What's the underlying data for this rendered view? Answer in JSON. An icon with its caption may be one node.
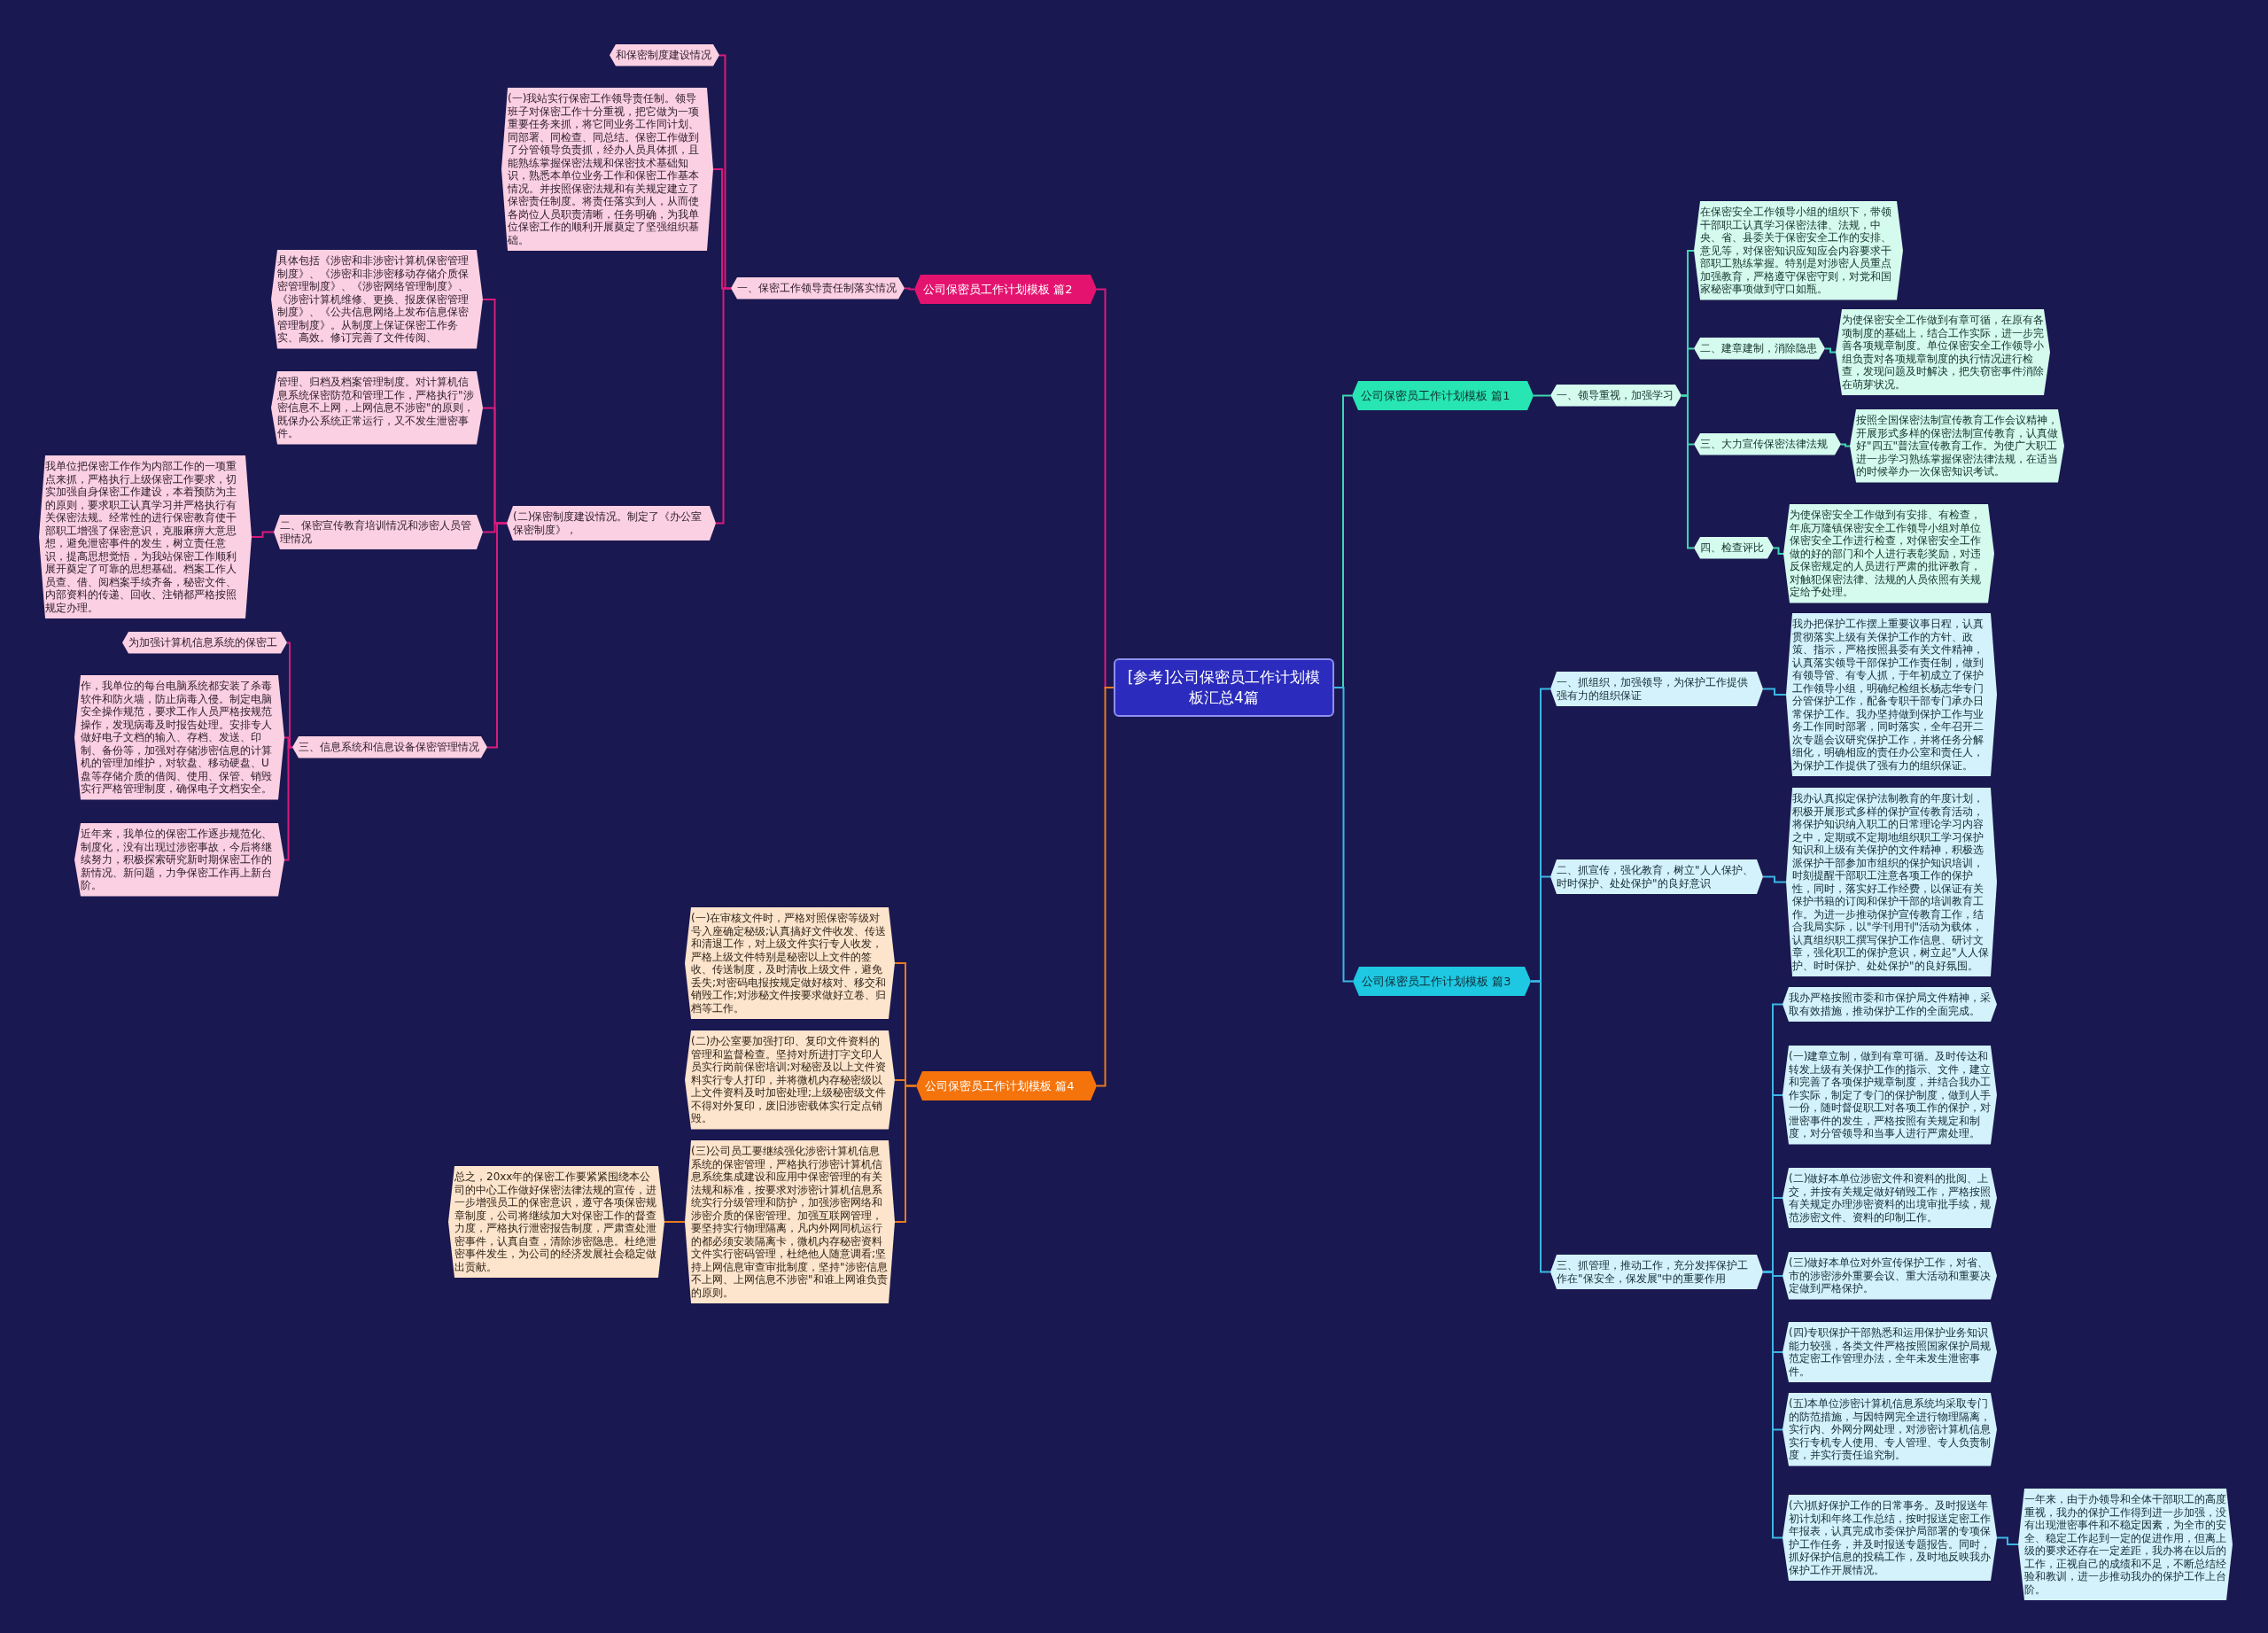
{
  "diagram": {
    "nodes": [
      {
        "text": [
          "[参考]公司保密员工作计划模板汇总4篇"
        ]
      },
      {
        "text": [
          "公司保密员工作计划模板 篇2"
        ]
      },
      {
        "text": [
          "一、保密工作领导责任制落实情况"
        ]
      },
      {
        "text": [
          "和保密制度建设情况"
        ]
      },
      {
        "text": [
          "(一)我站实行保密工作领导责任制。领导班子对保密工作十分重视，把它做为一项重要任务来抓，将它同业务工作同计划、同部署、同检查、同总结。保密工作做到了分管领导负责抓，经办人员具体抓，且能熟练掌握保密法规和保密技术基础知识，熟悉本单位业务工作和保密工作基本情况。并按照保密法规和有关规定建立了保密责任制度。将责任落实到人，从而使各岗位人员职责清晰，任务明确，为我单位保密工作的顺利开展奠定了坚强组织基础。"
        ]
      },
      {
        "text": [
          "(二)保密制度建设情况。制定了《办公室保密制度》，"
        ]
      },
      {
        "text": [
          "具体包括《涉密和非涉密计算机保密管理制度》、《涉密和非涉密移动存储介质保密管理制度》、《涉密网络管理制度》、《涉密计算机维修、更换、报废保密管理制度》、《公共信息网络上发布信息保密管理制度》。从制度上保证保密工作务实、高效。修订完善了文件传阅、"
        ]
      },
      {
        "text": [
          "管理、归档及档案管理制度。对计算机信息系统保密防范和管理工作，严格执行\"涉密信息不上网，上网信息不涉密\"的原则，既保办公系统正常运行，又不发生泄密事件。"
        ]
      },
      {
        "text": [
          "二、保密宣传教育培训情况和涉密人员管理情况"
        ]
      },
      {
        "text": [
          "我单位把保密工作作为内部工作的一项重点来抓，严格执行上级保密工作要求，切实加强自身保密工作建设，本着预防为主的原则，要求职工认真学习并严格执行有关保密法规。经常性的进行保密教育使干部职工增强了保密意识，克服麻痹大意思想，避免泄密事件的发生，树立责任意识，提高思想觉悟，为我站保密工作顺利展开奠定了可靠的思想基础。档案工作人员查、借、阅档案手续齐备，秘密文件、内部资料的传递、回收、注销都严格按照规定办理。"
        ]
      },
      {
        "text": [
          "三、信息系统和信息设备保密管理情况"
        ]
      },
      {
        "text": [
          "为加强计算机信息系统的保密工"
        ]
      },
      {
        "text": [
          "作，我单位的每台电脑系统都安装了杀毒软件和防火墙，防止病毒入侵。制定电脑安全操作规范，要求工作人员严格按规范操作，发现病毒及时报告处理。安排专人做好电子文档的输入、存档、发送、印制、备份等，加强对存储涉密信息的计算机的管理加维护，对软盘、移动硬盘、U盘等存储介质的借阅、使用、保管、销毁实行严格管理制度，确保电子文档安全。"
        ]
      },
      {
        "text": [
          "近年来，我单位的保密工作逐步规范化、制度化，没有出现过涉密事故，今后将继续努力，积极探索研究新时期保密工作的新情况、新问题，力争保密工作再上新台阶。"
        ]
      },
      {
        "text": [
          "公司保密员工作计划模板 篇4"
        ]
      },
      {
        "text": [
          "(一)在审核文件时，严格对照保密等级对号入座确定秘级;认真搞好文件收发、传送和清退工作，对上级文件实行专人收发，严格上级文件特别是秘密以上文件的签收、传送制度，及时清收上级文件，避免丢失;对密码电报按规定做好核对、移交和销毁工作;对涉秘文件按要求做好立卷、归档等工作。"
        ]
      },
      {
        "text": [
          "(二)办公室要加强打印、复印文件资料的管理和监督检查。坚持对所进打字文印人员实行岗前保密培训;对秘密及以上文件资料实行专人打印，并将微机内存秘密级以上文件资料及时加密处理;上级秘密级文件不得对外复印，废旧涉密载体实行定点销毁。"
        ]
      },
      {
        "text": [
          "(三)公司员工要继续强化涉密计算机信息系统的保密管理，严格执行涉密计算机信息系统集成建设和应用中保密管理的有关法规和标准，按要求对涉密计算机信息系统实行分级管理和防护，加强涉密网络和涉密介质的保密管理。加强互联网管理，要坚持实行物理隔离，凡内外网同机运行的都必须安装隔离卡，微机内存秘密资料文件实行密码管理，杜绝他人随意调看;坚持上网信息审查审批制度，坚持\"涉密信息不上网、上网信息不涉密\"和谁上网谁负责的原则。"
        ]
      },
      {
        "text": [
          "总之，20xx年的保密工作要紧紧围绕本公司的中心工作做好保密法律法规的宣传，进一步增强员工的保密意识，遵守各项保密规章制度，公司将继续加大对保密工作的督查力度，严格执行泄密报告制度，严肃查处泄密事件，认真自查，清除涉密隐患。杜绝泄密事件发生，为公司的经济发展社会稳定做出贡献。"
        ]
      },
      {
        "text": [
          "公司保密员工作计划模板 篇1"
        ]
      },
      {
        "text": [
          "一、领导重视，加强学习"
        ]
      },
      {
        "text": [
          "在保密安全工作领导小组的组织下，带领干部职工认真学习保密法律、法规，中央、省、县委关于保密安全工作的安排、意见等，对保密知识应知应会内容要求干部职工熟练掌握。特别是对涉密人员重点加强教育，严格遵守保密守则，对党和国家秘密事项做到守口如瓶。"
        ]
      },
      {
        "text": [
          "二、建章建制，消除隐患"
        ]
      },
      {
        "text": [
          "为使保密安全工作做到有章可循，在原有各项制度的基础上，结合工作实际，进一步完善各项规章制度。单位保密安全工作领导小组负责对各项规章制度的执行情况进行检查，发现问题及时解决，把失窃密事件消除在萌芽状况。"
        ]
      },
      {
        "text": [
          "三、大力宣传保密法律法规"
        ]
      },
      {
        "text": [
          "按照全国保密法制宣传教育工作会议精神，开展形式多样的保密法制宣传教育，认真做好\"四五\"普法宣传教育工作。为使广大职工进一步学习熟练掌握保密法律法规，在适当的时候举办一次保密知识考试。"
        ]
      },
      {
        "text": [
          "四、检查评比"
        ]
      },
      {
        "text": [
          "为使保密安全工作做到有安排、有检查，年底万隆镇保密安全工作领导小组对单位保密安全工作进行检查，对保密安全工作做的好的部门和个人进行表彰奖励，对违反保密规定的人员进行严肃的批评教育，对触犯保密法律、法规的人员依照有关规定给予处理。"
        ]
      },
      {
        "text": [
          "公司保密员工作计划模板 篇3"
        ]
      },
      {
        "text": [
          "一、抓组织，加强领导，为保护工作提供强有力的组织保证"
        ]
      },
      {
        "text": [
          "我办把保护工作摆上重要议事日程，认真贯彻落实上级有关保护工作的方针、政策、指示，严格按照县委有关文件精神，认真落实领导干部保护工作责任制，做到有领导管、有专人抓，于年初成立了保护工作领导小组，明确纪检组长杨志华专门分管保护工作，配备专职干部专门承办日常保护工作。我办坚持做到保护工作与业务工作同时部署，同时落实，全年召开二次专题会议研究保护工作，并将任务分解细化，明确相应的责任办公室和责任人，为保护工作提供了强有力的组织保证。"
        ]
      },
      {
        "text": [
          "二、抓宣传，强化教育，树立\"人人保护、时时保护、处处保护\"的良好意识"
        ]
      },
      {
        "text": [
          "我办认真拟定保护法制教育的年度计划，积极开展形式多样的保护宣传教育活动，将保护知识纳入职工的日常理论学习内容之中，定期或不定期地组织职工学习保护知识和上级有关保护的文件精神，积极选派保护干部参加市组织的保护知识培训，时刻提醒干部职工注意各项工作的保护性，同时，落实好工作经费，以保证有关保护书籍的订阅和保护干部的培训教育工作。为进一步推动保护宣传教育工作，结合我局实际，以\"学刊用刊\"活动为载体，认真组织职工撰写保护工作信息、研讨文章，强化职工的保护意识，树立起\"人人保护、时时保护、处处保护\"的良好氛围。"
        ]
      },
      {
        "text": [
          "三、抓管理，推动工作，充分发挥保护工作在\"保安全，保发展\"中的重要作用"
        ]
      },
      {
        "text": [
          "我办严格按照市委和市保护局文件精神，采取有效措施，推动保护工作的全面完成。"
        ]
      },
      {
        "text": [
          "(一)建章立制，做到有章可循。及时传达和转发上级有关保护工作的指示、文件，建立和完善了各项保护规章制度，并结合我办工作实际，制定了专门的保护制度，做到人手一份，随时督促职工对各项工作的保护，对泄密事件的发生，严格按照有关规定和制度，对分管领导和当事人进行严肃处理。"
        ]
      },
      {
        "text": [
          "(二)做好本单位涉密文件和资料的批阅、上交，并按有关规定做好销毁工作，严格按照有关规定办理涉密资料的出境审批手续，规范涉密文件、资料的印制工作。"
        ]
      },
      {
        "text": [
          "(三)做好本单位对外宣传保护工作，对省、市的涉密涉外重要会议、重大活动和重要决定做到严格保护。"
        ]
      },
      {
        "text": [
          "(四)专职保护干部熟悉和运用保护业务知识能力较强，各类文件严格按照国家保护局规范定密工作管理办法，全年未发生泄密事件。"
        ]
      },
      {
        "text": [
          "(五)本单位涉密计算机信息系统均采取专门的防范措施，与因特网完全进行物理隔离，实行内、外网分网处理，对涉密计算机信息实行专机专人使用、专人管理、专人负责制度，并实行责任追究制。"
        ]
      },
      {
        "text": [
          "(六)抓好保护工作的日常事务。及时报送年初计划和年终工作总结，按时报送定密工作年报表，认真完成市委保护局部署的专项保护工作任务，并及时报送专题报告。同时，抓好保护信息的投稿工作，及时地反映我办保护工作开展情况。"
        ]
      },
      {
        "text": [
          "一年来，由于办领导和全体干部职工的高度重视，我办的保护工作得到进一步加强，没有出现泄密事件和不稳定因素，为全市的安全、稳定工作起到一定的促进作用，但离上级的要求还存在一定差距，我办将在以后的工作，正视自己的成绩和不足，不断总结经验和教训，进一步推动我办的保护工作上台阶。"
        ]
      }
    ],
    "edges": [
      {
        "from": 0,
        "to": 1,
        "arrow": "none",
        "color": "#d81b7c"
      },
      {
        "from": 1,
        "to": 2,
        "arrow": "none",
        "color": "#d81b7c"
      },
      {
        "from": 2,
        "to": 3,
        "arrow": "none",
        "color": "#d81b7c"
      },
      {
        "from": 2,
        "to": 4,
        "arrow": "none",
        "color": "#d81b7c"
      },
      {
        "from": 2,
        "to": 5,
        "arrow": "none",
        "color": "#d81b7c"
      },
      {
        "from": 5,
        "to": 6,
        "arrow": "none",
        "color": "#d81b7c"
      },
      {
        "from": 5,
        "to": 7,
        "arrow": "none",
        "color": "#d81b7c"
      },
      {
        "from": 5,
        "to": 8,
        "arrow": "none",
        "color": "#d81b7c"
      },
      {
        "from": 8,
        "to": 9,
        "arrow": "none",
        "color": "#d81b7c"
      },
      {
        "from": 5,
        "to": 10,
        "arrow": "none",
        "color": "#d81b7c"
      },
      {
        "from": 10,
        "to": 11,
        "arrow": "none",
        "color": "#d81b7c"
      },
      {
        "from": 10,
        "to": 12,
        "arrow": "none",
        "color": "#d81b7c"
      },
      {
        "from": 10,
        "to": 13,
        "arrow": "none",
        "color": "#d81b7c"
      },
      {
        "from": 0,
        "to": 14,
        "arrow": "none",
        "color": "#e87a1e"
      },
      {
        "from": 14,
        "to": 15,
        "arrow": "none",
        "color": "#e87a1e"
      },
      {
        "from": 14,
        "to": 16,
        "arrow": "none",
        "color": "#e87a1e"
      },
      {
        "from": 14,
        "to": 17,
        "arrow": "none",
        "color": "#e87a1e"
      },
      {
        "from": 17,
        "to": 18,
        "arrow": "none",
        "color": "#e87a1e"
      },
      {
        "from": 0,
        "to": 19,
        "arrow": "none",
        "color": "#3dd6b0"
      },
      {
        "from": 19,
        "to": 20,
        "arrow": "none",
        "color": "#3dd6b0"
      },
      {
        "from": 20,
        "to": 21,
        "arrow": "none",
        "color": "#3dd6b0"
      },
      {
        "from": 20,
        "to": 22,
        "arrow": "none",
        "color": "#3dd6b0"
      },
      {
        "from": 22,
        "to": 23,
        "arrow": "none",
        "color": "#3dd6b0"
      },
      {
        "from": 20,
        "to": 24,
        "arrow": "none",
        "color": "#3dd6b0"
      },
      {
        "from": 24,
        "to": 25,
        "arrow": "none",
        "color": "#3dd6b0"
      },
      {
        "from": 20,
        "to": 26,
        "arrow": "none",
        "color": "#3dd6b0"
      },
      {
        "from": 26,
        "to": 27,
        "arrow": "none",
        "color": "#3dd6b0"
      },
      {
        "from": 0,
        "to": 28,
        "arrow": "none"
      },
      {
        "from": 28,
        "to": 29,
        "arrow": "none"
      },
      {
        "from": 29,
        "to": 30,
        "arrow": "none"
      },
      {
        "from": 28,
        "to": 31,
        "arrow": "none"
      },
      {
        "from": 31,
        "to": 32,
        "arrow": "none"
      },
      {
        "from": 28,
        "to": 33,
        "arrow": "none"
      },
      {
        "from": 33,
        "to": 34,
        "arrow": "none"
      },
      {
        "from": 33,
        "to": 35,
        "arrow": "none"
      },
      {
        "from": 33,
        "to": 36,
        "arrow": "none"
      },
      {
        "from": 33,
        "to": 37,
        "arrow": "none"
      },
      {
        "from": 33,
        "to": 38,
        "arrow": "none"
      },
      {
        "from": 33,
        "to": 39,
        "arrow": "none"
      },
      {
        "from": 33,
        "to": 40,
        "arrow": "none"
      },
      {
        "from": 40,
        "to": 41,
        "arrow": "none"
      }
    ]
  }
}
